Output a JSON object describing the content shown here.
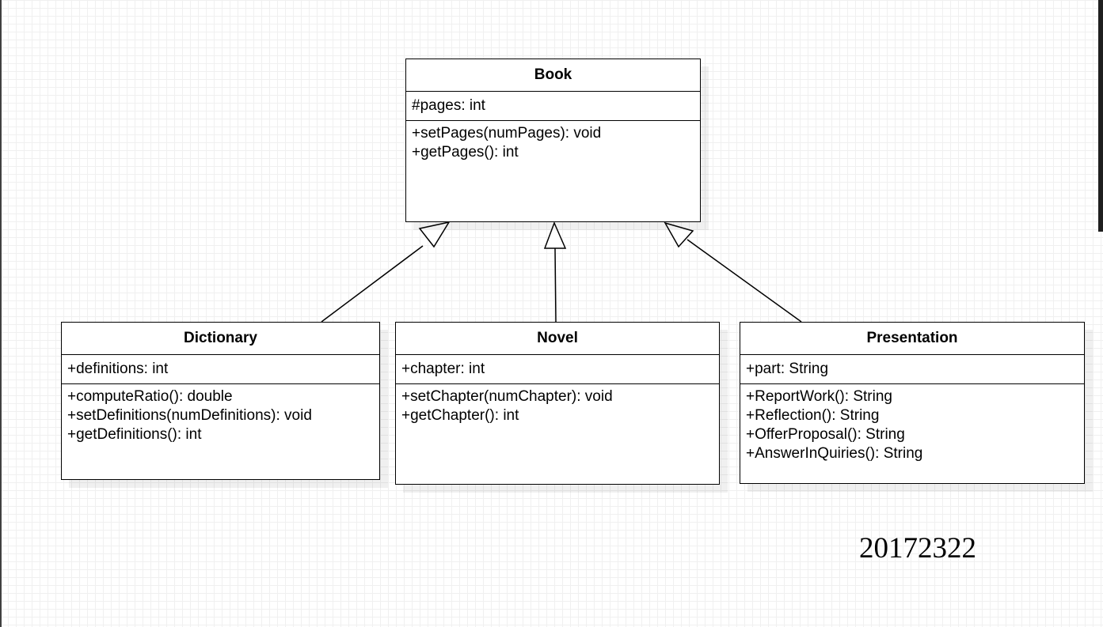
{
  "diagram": {
    "classes": {
      "book": {
        "name": "Book",
        "attributes": [
          "#pages: int"
        ],
        "methods": [
          "+setPages(numPages): void",
          "+getPages(): int"
        ]
      },
      "dictionary": {
        "name": "Dictionary",
        "attributes": [
          "+definitions: int"
        ],
        "methods": [
          "+computeRatio(): double",
          "+setDefinitions(numDefinitions): void",
          "+getDefinitions(): int"
        ]
      },
      "novel": {
        "name": "Novel",
        "attributes": [
          "+chapter: int"
        ],
        "methods": [
          "+setChapter(numChapter): void",
          "+getChapter(): int"
        ]
      },
      "presentation": {
        "name": "Presentation",
        "attributes": [
          "+part: String"
        ],
        "methods": [
          "+ReportWork(): String",
          "+Reflection(): String",
          "+OfferProposal(): String",
          "+AnswerInQuiries(): String"
        ]
      }
    },
    "relations": [
      {
        "type": "generalization",
        "from": "Dictionary",
        "to": "Book"
      },
      {
        "type": "generalization",
        "from": "Novel",
        "to": "Book"
      },
      {
        "type": "generalization",
        "from": "Presentation",
        "to": "Book"
      }
    ]
  },
  "watermark": "20172322"
}
